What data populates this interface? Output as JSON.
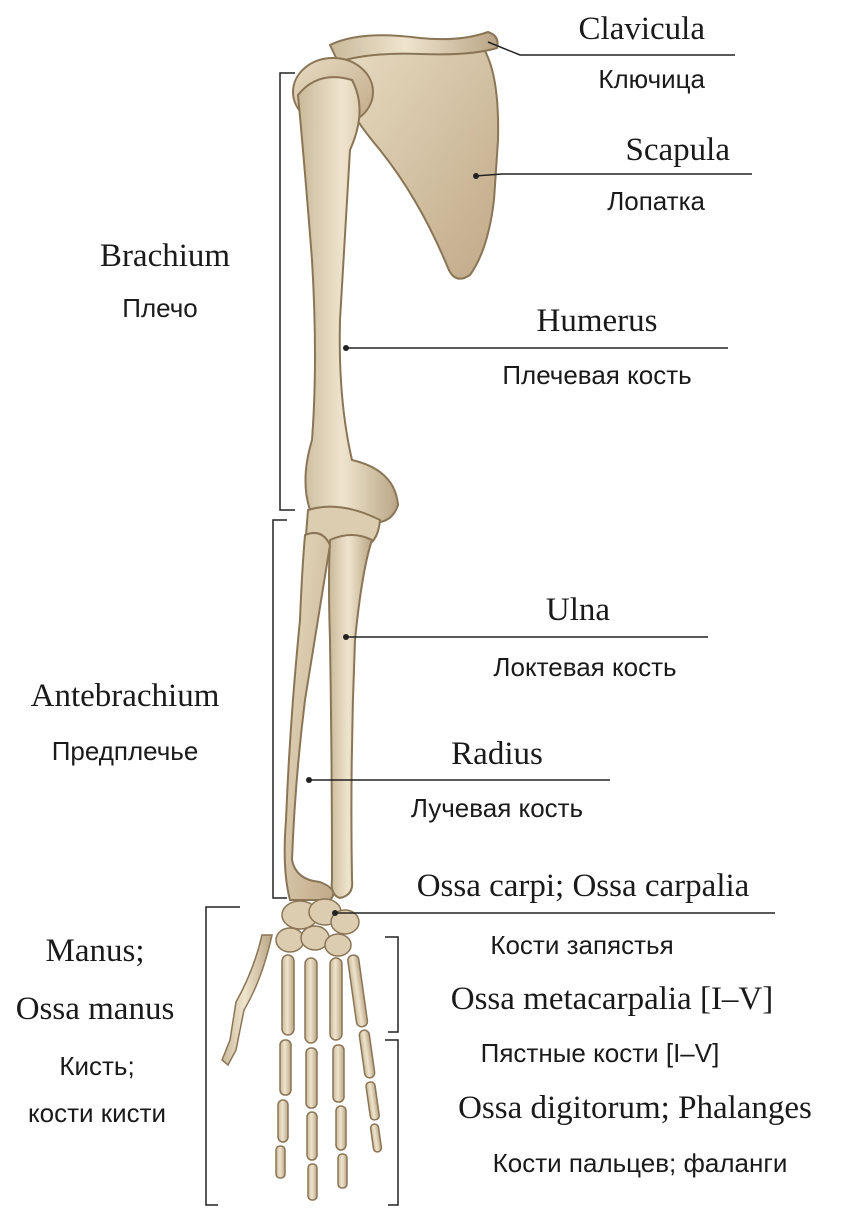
{
  "labels": {
    "clavicula": {
      "latin": "Clavicula",
      "russian": "Ключица"
    },
    "scapula": {
      "latin": "Scapula",
      "russian": "Лопатка"
    },
    "brachium": {
      "latin": "Brachium",
      "russian": "Плечо"
    },
    "humerus": {
      "latin": "Humerus",
      "russian": "Плечевая кость"
    },
    "ulna": {
      "latin": "Ulna",
      "russian": "Локтевая кость"
    },
    "antebrachium": {
      "latin": "Antebrachium",
      "russian": "Предплечье"
    },
    "radius": {
      "latin": "Radius",
      "russian": "Лучевая кость"
    },
    "carpi": {
      "latin": "Ossa carpi; Ossa carpalia",
      "russian": "Кости запястья"
    },
    "manus": {
      "latin_1": "Manus;",
      "latin_2": "Ossa manus",
      "russian_1": "Кисть;",
      "russian_2": "кости кисти"
    },
    "metacarpalia": {
      "latin": "Ossa metacarpalia [I–V]",
      "russian": "Пястные кости [I–V]"
    },
    "digitorum": {
      "latin": "Ossa digitorum; Phalanges",
      "russian": "Кости пальцев; фаланги"
    }
  }
}
